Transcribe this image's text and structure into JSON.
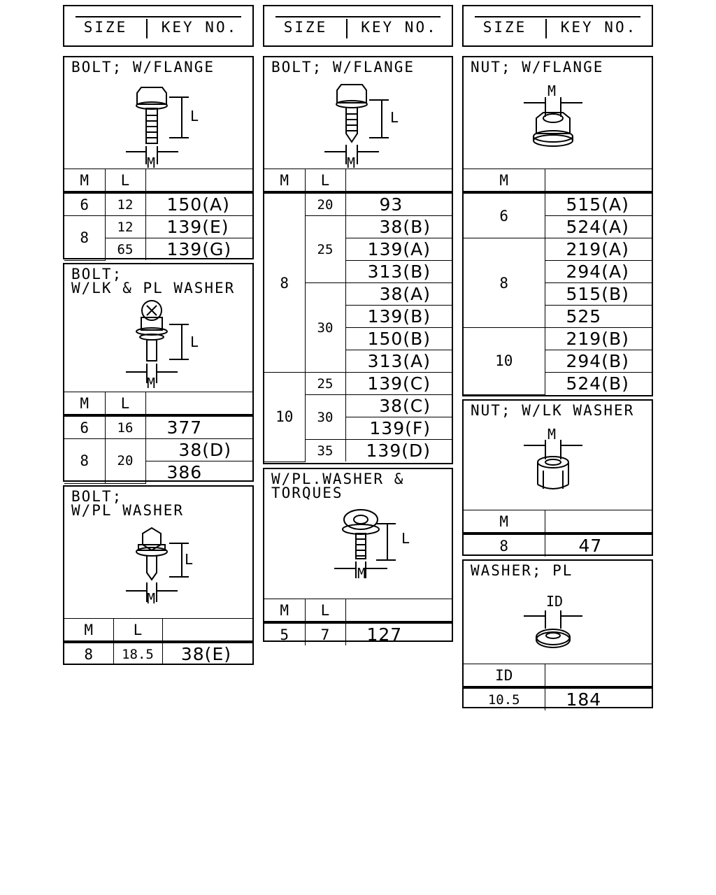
{
  "header": {
    "size_label": "SIZE",
    "keyno_label": "KEY NO."
  },
  "dim": {
    "m": "M",
    "l": "L",
    "id": "ID"
  },
  "bolt_flange_1": {
    "title": "BOLT; W/FLANGE",
    "rows": [
      {
        "m": "6",
        "l": "12",
        "key": "150(A)"
      },
      {
        "m": "8",
        "l": "12",
        "key": "139(E)"
      },
      {
        "l": "65",
        "key": "139(G)"
      }
    ]
  },
  "bolt_lk_washer": {
    "title": "BOLT;\nW/LK & PL WASHER",
    "rows": [
      {
        "m": "6",
        "l": "16",
        "key": "377"
      },
      {
        "m": "8",
        "l": "20",
        "key": "38(D)"
      },
      {
        "key": "386"
      }
    ]
  },
  "bolt_pl_washer": {
    "title": "BOLT;\nW/PL WASHER",
    "rows": [
      {
        "m": "8",
        "l": "18.5",
        "key": "38(E)"
      }
    ]
  },
  "bolt_flange_2": {
    "title": "BOLT; W/FLANGE",
    "m8": "8",
    "m10": "10",
    "l20": "20",
    "l25": "25",
    "l30": "30",
    "l25b": "25",
    "l30b": "30",
    "l35": "35",
    "keys": [
      "93",
      "38(B)",
      "139(A)",
      "313(B)",
      "38(A)",
      "139(B)",
      "150(B)",
      "313(A)",
      "139(C)",
      "38(C)",
      "139(F)",
      "139(D)"
    ]
  },
  "torques": {
    "title": "W/PL.WASHER &\nTORQUES",
    "rows": [
      {
        "m": "5",
        "l": "7",
        "key": "127"
      }
    ]
  },
  "nut_flange": {
    "title": "NUT; W/FLANGE",
    "m6": "6",
    "m8": "8",
    "m10": "10",
    "keys": [
      "515(A)",
      "524(A)",
      "219(A)",
      "294(A)",
      "515(B)",
      "525",
      "219(B)",
      "294(B)",
      "524(B)"
    ]
  },
  "nut_lk_washer": {
    "title": "NUT; W/LK WASHER",
    "rows": [
      {
        "m": "8",
        "key": "47"
      }
    ]
  },
  "washer_pl": {
    "title": "WASHER; PL",
    "rows": [
      {
        "id": "10.5",
        "key": "184"
      }
    ]
  }
}
